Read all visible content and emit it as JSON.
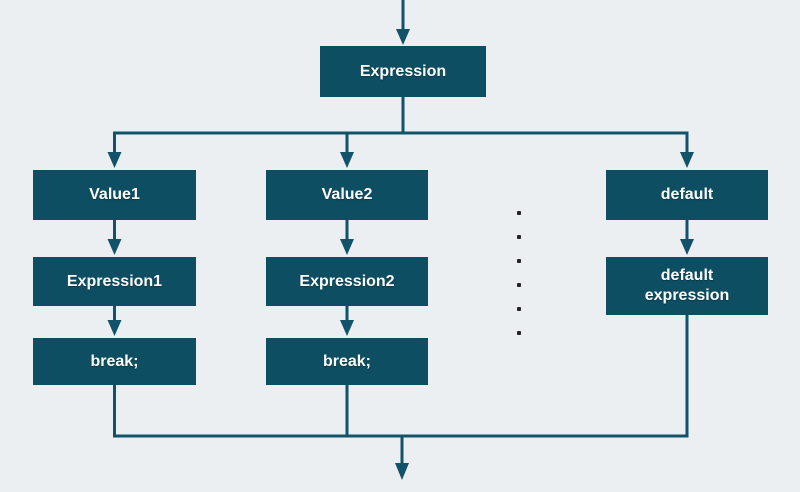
{
  "colors": {
    "background": "#eceff1",
    "box": "#0d4e63",
    "line": "#12536a",
    "text": "#ffffff",
    "dot": "#222222"
  },
  "nodes": {
    "expression": {
      "label": "Expression"
    },
    "value1": {
      "label": "Value1"
    },
    "expression1": {
      "label": "Expression1"
    },
    "break1": {
      "label": "break;"
    },
    "value2": {
      "label": "Value2"
    },
    "expression2": {
      "label": "Expression2"
    },
    "break2": {
      "label": "break;"
    },
    "default_case": {
      "label": "default"
    },
    "default_expression": {
      "label": "default\nexpression"
    }
  },
  "ellipsis": {
    "dot_count": 6
  }
}
